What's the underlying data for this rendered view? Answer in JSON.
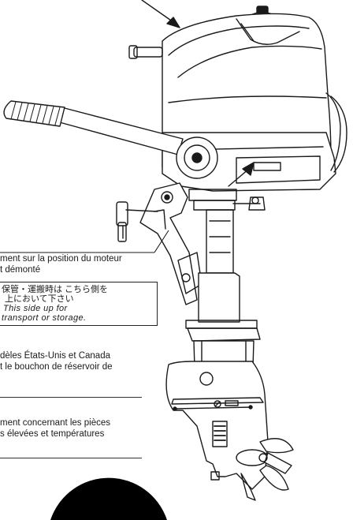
{
  "callout_mount": {
    "line1": "ment sur la position du moteur",
    "line2": "t démonté"
  },
  "sticker": {
    "jp_line1": "保管・運搬時は こちら側を",
    "jp_line2": "上において下さい",
    "en_line1": "This side up for",
    "en_line2": "transport or storage."
  },
  "note_models": {
    "line1": "dèles États-Unis et Canada",
    "line2": "t le bouchon de réservoir de"
  },
  "note_hot": {
    "line1": "ment concernant les pièces",
    "line2": "s élevées et températures"
  }
}
